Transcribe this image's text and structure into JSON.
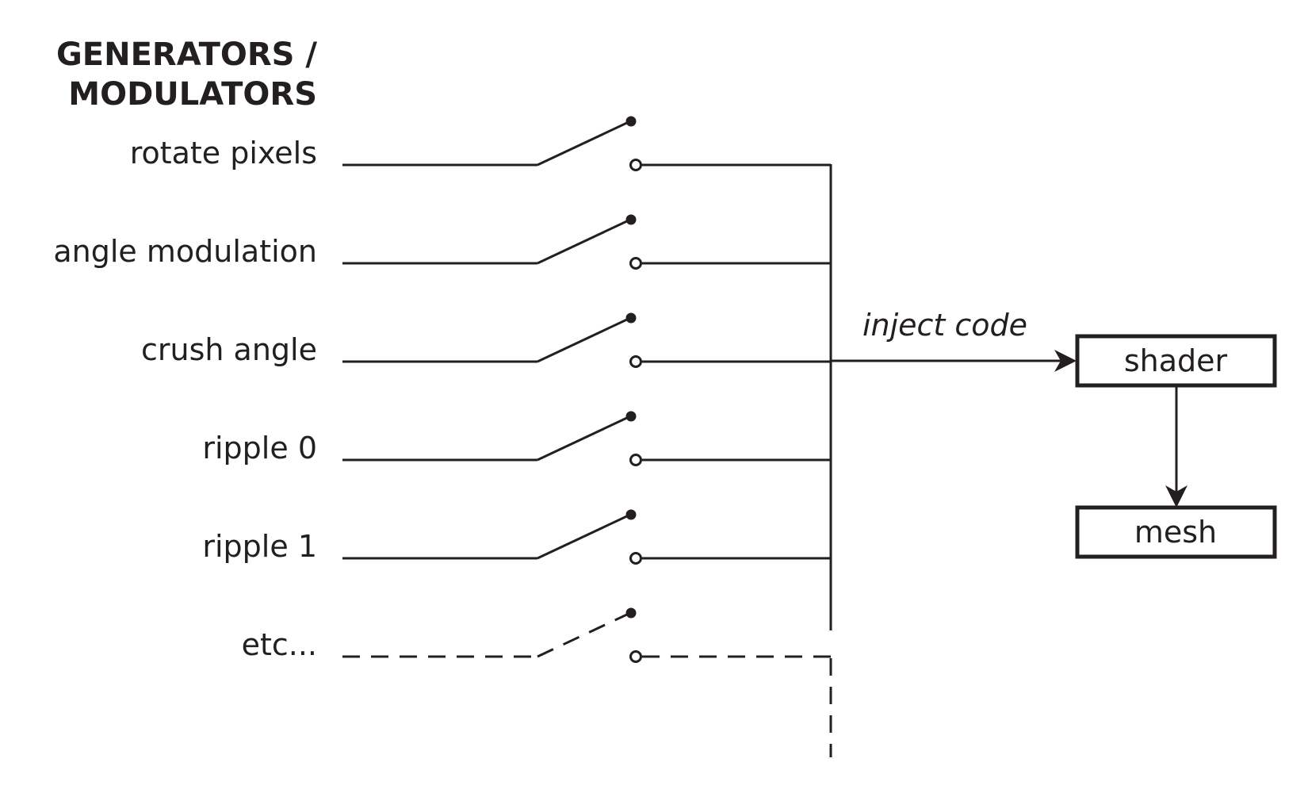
{
  "heading": {
    "line1": "GENERATORS /",
    "line2": "MODULATORS"
  },
  "inputs": [
    {
      "label": "rotate pixels",
      "style": "solid"
    },
    {
      "label": "angle modulation",
      "style": "solid"
    },
    {
      "label": "crush angle",
      "style": "solid"
    },
    {
      "label": "ripple 0",
      "style": "solid"
    },
    {
      "label": "ripple 1",
      "style": "solid"
    },
    {
      "label": "etc...",
      "style": "dashed"
    }
  ],
  "edge_label": "inject code",
  "nodes": {
    "shader": "shader",
    "mesh": "mesh"
  },
  "colors": {
    "ink": "#231f20",
    "background": "#ffffff"
  }
}
